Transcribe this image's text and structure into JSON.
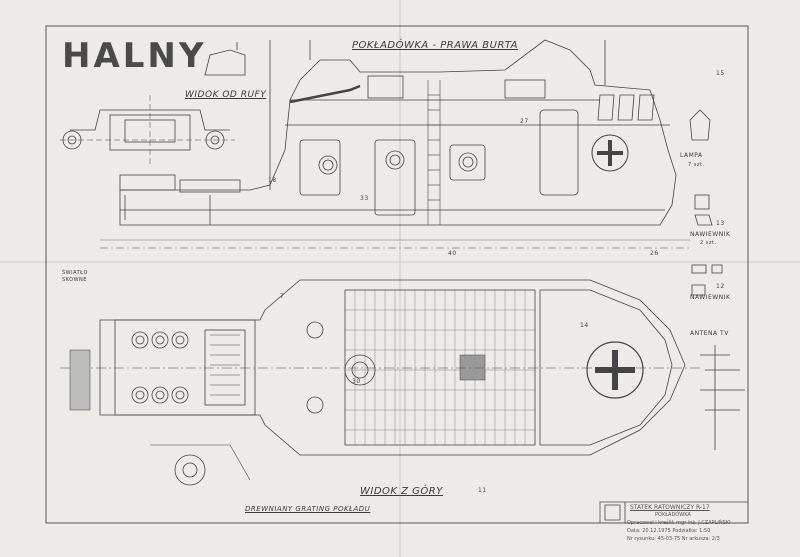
{
  "title": "HALNY",
  "headings": {
    "side_view": "POKŁADÓWKA - PRAWA BURTA",
    "stern_view": "WIDOK OD RUFY",
    "top_view": "WIDOK Z GÓRY",
    "grating": "DREWNIANY GRATING POKŁADU"
  },
  "parts": {
    "lampa": "LAMPA",
    "lampa_qty": "7 szt.",
    "nawiewnik_a": "NAWIEWNIK",
    "nawiewnik_a_qty": "2 szt.",
    "nawiewnik_b": "NAWIEWNIK",
    "antena": "ANTENA TV",
    "swiatlo": "ŚWIATŁO",
    "swiatlo_b": "SKOWNE"
  },
  "numbers": [
    "15",
    "13",
    "12",
    "27",
    "26",
    "40",
    "30",
    "11",
    "14",
    "7",
    "18",
    "33"
  ],
  "title_block": {
    "line1": "STATEK RATOWNICZY R-17",
    "line2": "POKŁADÓWKA",
    "line3": "Opracował i kreślił: mgr inż. J.CZAPLIŃSKI",
    "line4": "Data: 20.12.1975   Podziałka: 1:50",
    "line5": "Nr rysunku: 45-03-75   Nr arkusza: 2/3"
  }
}
